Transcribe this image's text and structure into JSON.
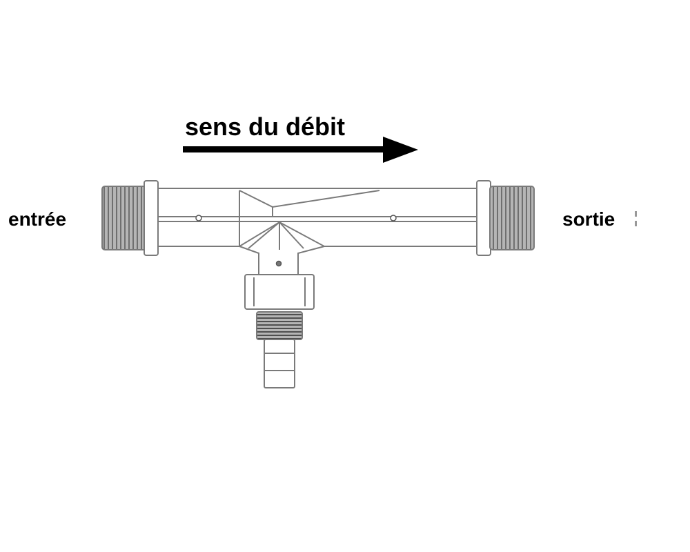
{
  "labels": {
    "flow_direction": "sens du débit",
    "inlet": "entrée",
    "outlet": "sortie"
  },
  "colors": {
    "text": "#000000",
    "outline": "#7a7a7a",
    "thread_fill": "#9a9a9a",
    "body_fill": "#ffffff"
  }
}
